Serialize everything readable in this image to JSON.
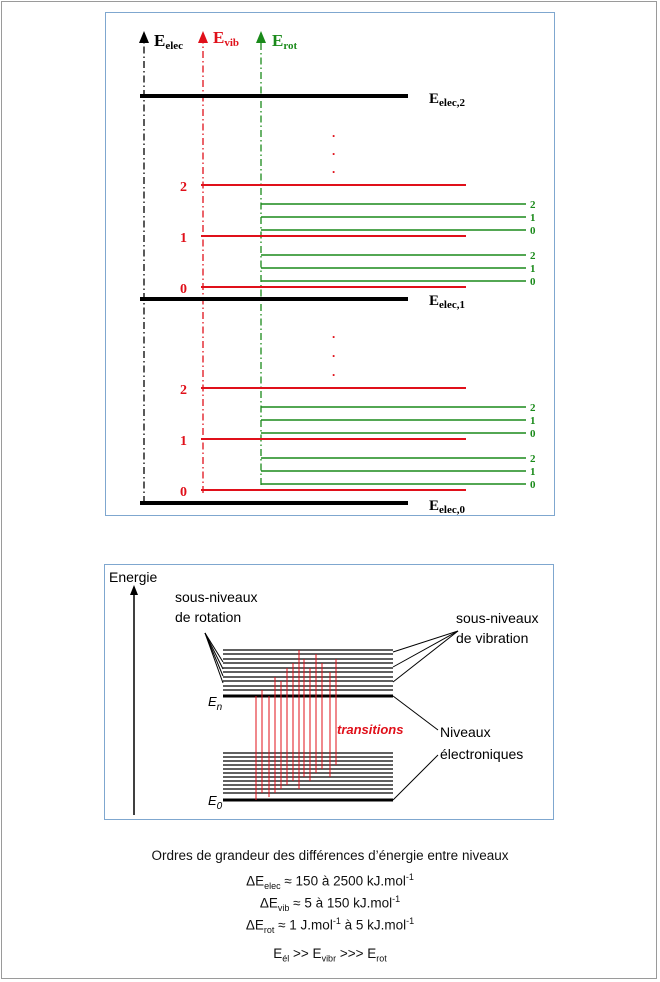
{
  "diagram1": {
    "axes": {
      "elec": "E",
      "elec_sub": "elec",
      "vib": "E",
      "vib_sub": "vib",
      "rot": "E",
      "rot_sub": "rot"
    },
    "elec_levels": [
      {
        "name": "E",
        "sub": "elec,2"
      },
      {
        "name": "E",
        "sub": "elec,1"
      },
      {
        "name": "E",
        "sub": "elec,0"
      }
    ],
    "vib_labels": [
      "0",
      "1",
      "2"
    ],
    "rot_labels": [
      "0",
      "1",
      "2"
    ],
    "dots": "."
  },
  "diagram2": {
    "energy_label": "Energie",
    "rotation_label_1": "sous-niveaux",
    "rotation_label_2": "de rotation",
    "vibration_label_1": "sous-niveaux",
    "vibration_label_2": "de vibration",
    "elec_label_1": "Niveaux",
    "elec_label_2": "électroniques",
    "transitions": "transitions",
    "level_n": "E",
    "level_n_sub": "n",
    "level_0": "E",
    "level_0_sub": "0"
  },
  "caption": {
    "title": "Ordres de grandeur des différences d’énergie entre niveaux",
    "delta": "ΔE",
    "elec_sub": "elec",
    "elec_value": " ≈ 150 à 2500 kJ.mol",
    "vib_sub": "vib",
    "vib_value": " ≈ 5 à 150 kJ.mol",
    "rot_sub": "rot",
    "rot_value_a": " ≈ 1 J.mol",
    "rot_value_b": " à 5 kJ.mol",
    "exp": "-1",
    "e": "E",
    "el_sub": "él",
    "gt2": " >> ",
    "vibr_sub": "vibr",
    "gt3": " >>> ",
    "rot2_sub": "rot"
  },
  "colors": {
    "elec": "#000000",
    "vib": "#e0101a",
    "rot": "#1a8a1a",
    "border": "#7fa7cf"
  }
}
